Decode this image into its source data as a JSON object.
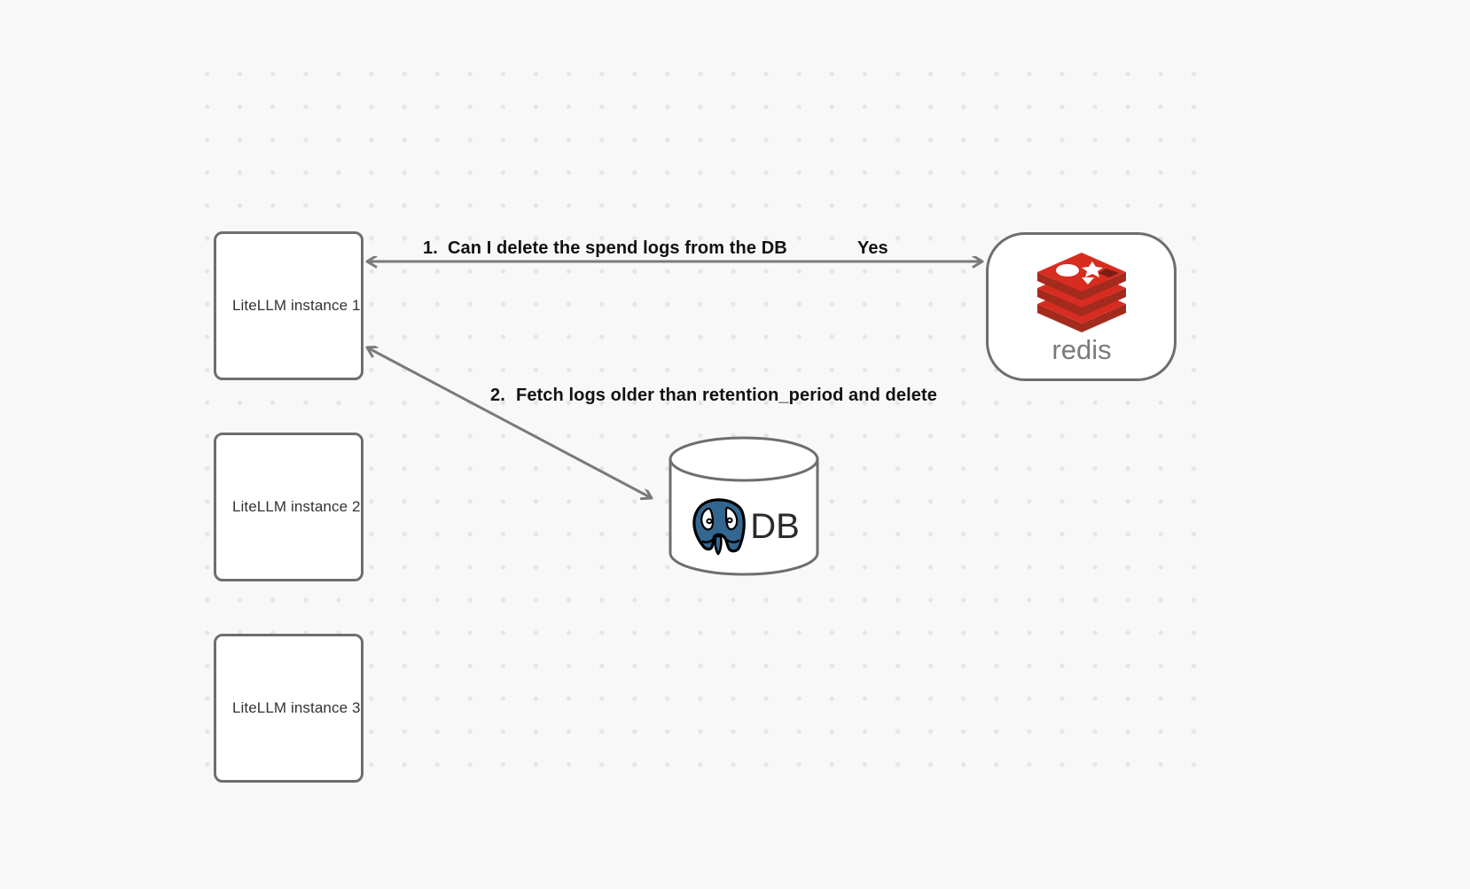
{
  "canvas": {
    "background_color": "#f8f8f8",
    "grid_dot_color": "#e6e6e6",
    "node_border_color": "#6e6e6e",
    "edge_color": "#7a7a7a"
  },
  "nodes": {
    "instances": [
      {
        "id": "litellm-instance-1",
        "label": "LiteLLM instance 1"
      },
      {
        "id": "litellm-instance-2",
        "label": "LiteLLM instance 2"
      },
      {
        "id": "litellm-instance-3",
        "label": "LiteLLM instance 3"
      }
    ],
    "cache": {
      "id": "redis-node",
      "logo_name": "redis-logo",
      "wordmark": "redis",
      "logo_color": "#d82c20",
      "wordmark_color": "#7a7a7a"
    },
    "database": {
      "id": "postgres-db-node",
      "label": "DB",
      "logo_name": "postgresql-elephant-icon",
      "logo_color": "#336791"
    }
  },
  "edges": [
    {
      "id": "edge-redis-to-instance-1",
      "from": "redis-node",
      "to": "litellm-instance-1",
      "step_number": "1.",
      "label": "Can I delete the spend logs from the DB",
      "reply_label": "Yes",
      "direction": "bidirectional"
    },
    {
      "id": "edge-db-to-instance-1",
      "from": "postgres-db-node",
      "to": "litellm-instance-1",
      "step_number": "2.",
      "label": "Fetch logs older than retention_period and delete",
      "direction": "bidirectional"
    }
  ]
}
